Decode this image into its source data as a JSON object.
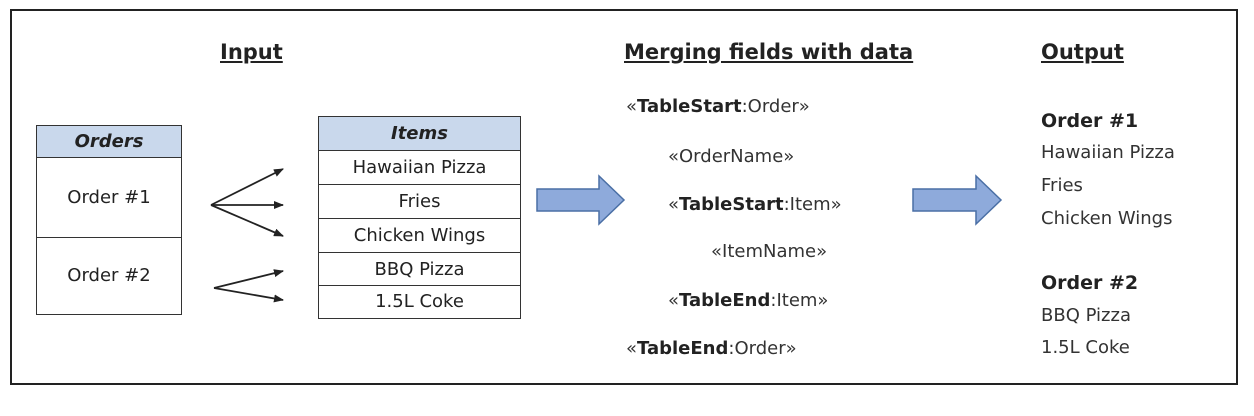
{
  "headings": {
    "input": "Input",
    "merge": "Merging fields with data",
    "output": "Output"
  },
  "orders_table": {
    "header": "Orders",
    "rows": [
      "Order #1",
      "Order #2"
    ]
  },
  "items_table": {
    "header": "Items",
    "rows": [
      "Hawaiian Pizza",
      "Fries",
      "Chicken Wings",
      "BBQ Pizza",
      "1.5L Coke"
    ]
  },
  "merge_fields": {
    "table_start_order": {
      "keyword": "TableStart",
      "rest": ":Order»",
      "open": "«"
    },
    "order_name": "«OrderName»",
    "table_start_item": {
      "keyword": "TableStart",
      "rest": ":Item»",
      "open": "«"
    },
    "item_name": "«ItemName»",
    "table_end_item": {
      "keyword": "TableEnd",
      "rest": ":Item»",
      "open": "«"
    },
    "table_end_order": {
      "keyword": "TableEnd",
      "rest": ":Order»",
      "open": "«"
    }
  },
  "output": {
    "orders": [
      {
        "title": "Order #1",
        "items": [
          "Hawaiian Pizza",
          "Fries",
          "Chicken Wings"
        ]
      },
      {
        "title": "Order #2",
        "items": [
          "BBQ Pizza",
          "1.5L Coke"
        ]
      }
    ]
  },
  "colors": {
    "header_fill": "#c9d8ec",
    "arrow_fill": "#8eaadb",
    "arrow_stroke": "#4a6fa5"
  }
}
